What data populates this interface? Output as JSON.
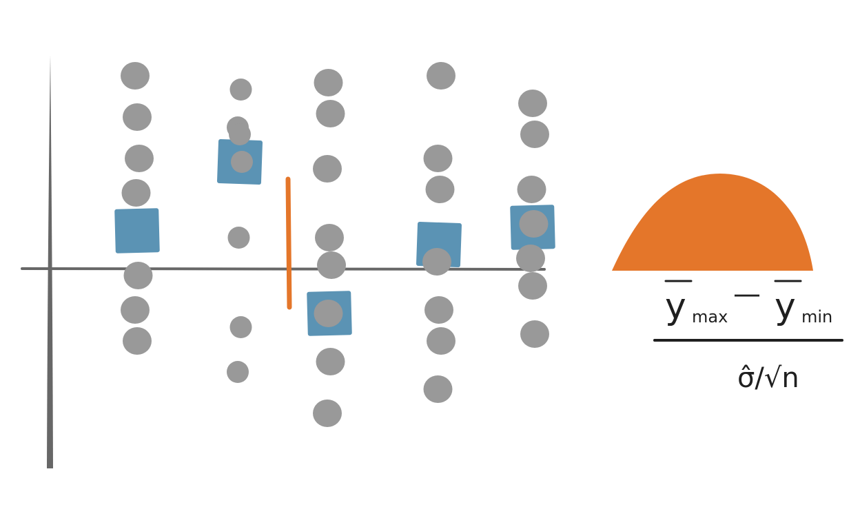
{
  "colors": {
    "axis": "#676767",
    "point": "#999999",
    "mean": "#5b93b4",
    "accent": "#e4762a",
    "ink": "#1f1f1f",
    "background": "#ffffff"
  },
  "diagram": {
    "groups": [
      {
        "id": "group-1",
        "mean": 0.55,
        "points": [
          2.8,
          2.2,
          1.6,
          1.1,
          -0.1,
          -0.6,
          -1.05
        ]
      },
      {
        "id": "group-2",
        "mean": 1.55,
        "points": [
          2.6,
          2.05,
          1.95,
          1.55,
          0.45,
          -0.85,
          -1.5
        ]
      },
      {
        "id": "group-3",
        "mean": -0.65,
        "points": [
          2.7,
          2.25,
          1.45,
          0.45,
          0.05,
          -0.65,
          -1.35,
          -2.1
        ]
      },
      {
        "id": "group-4",
        "mean": 0.35,
        "points": [
          2.8,
          1.6,
          1.15,
          0.1,
          -0.6,
          -1.05,
          -1.75
        ]
      },
      {
        "id": "group-5",
        "mean": 0.6,
        "points": [
          2.4,
          1.95,
          1.15,
          0.65,
          0.15,
          -0.25,
          -0.95
        ]
      }
    ],
    "y_range": [
      -3,
      3
    ],
    "divider_between_groups": [
      2,
      3
    ],
    "curve": {
      "type": "sampling-distribution",
      "color": "accent"
    }
  },
  "formula": {
    "numerator_left": "y",
    "numerator_left_sub": "max",
    "minus": "—",
    "numerator_right": "y",
    "numerator_right_sub": "min",
    "denominator": "σ̂/√n"
  }
}
